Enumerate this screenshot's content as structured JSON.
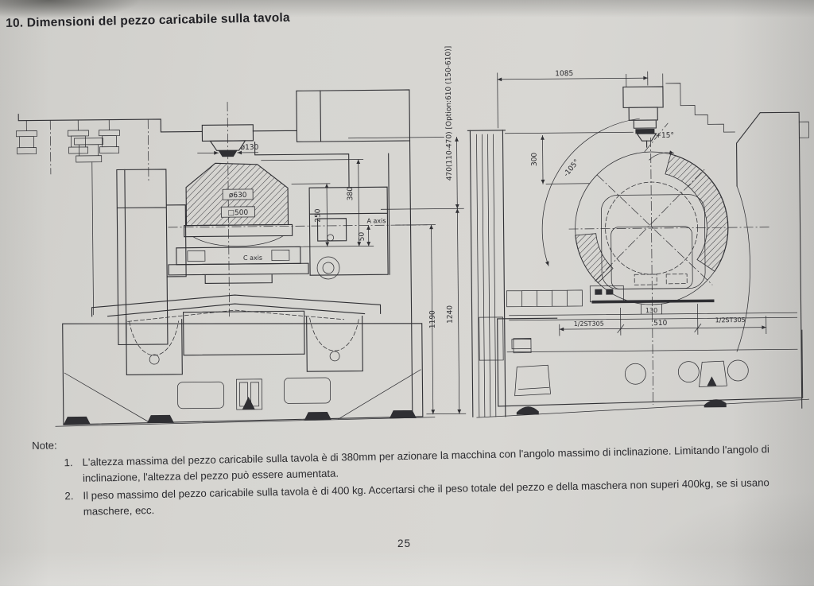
{
  "page": {
    "title": "10. Dimensioni del pezzo caricabile sulla tavola",
    "page_number": "25",
    "ink_color": "#2f2f33",
    "paper_color": "#d4d3cf"
  },
  "front_view": {
    "labels": {
      "spindle_dia": "ø130",
      "workpiece_dia": "ø630",
      "workpiece_square": "□500",
      "dim_250": "250",
      "dim_380": "380",
      "dim_50": "50",
      "dim_1190": "1190",
      "dim_1240": "1240",
      "axis_a": "A axis",
      "axis_c": "C axis",
      "dim_470": "470(110-470)  [Option:610 (150-610)]"
    }
  },
  "side_view": {
    "labels": {
      "dim_1085": "1085",
      "dim_300": "300",
      "angle_plus": "+15°",
      "angle_minus": "-105°",
      "dim_130": "130",
      "dim_510": "510",
      "stroke_left": "1/2ST305",
      "stroke_right": "1/2ST305"
    }
  },
  "notes": {
    "heading": "Note:",
    "items": [
      {
        "num": "1.",
        "text": "L'altezza massima del pezzo caricabile sulla tavola è di 380mm per azionare la macchina con l'angolo massimo di inclinazione. Limitando l'angolo di inclinazione, l'altezza del pezzo può essere aumentata."
      },
      {
        "num": "2.",
        "text": "Il peso massimo del pezzo caricabile sulla tavola è di 400 kg. Accertarsi che il peso totale del pezzo e della maschera non superi 400kg, se si usano maschere, ecc."
      }
    ]
  }
}
